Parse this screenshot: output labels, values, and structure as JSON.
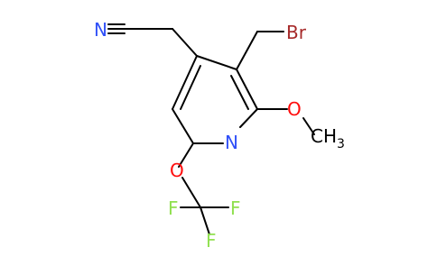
{
  "molecule": {
    "atom_labels": {
      "nitrile_n": "N",
      "bromine": "Br",
      "ring_n": "N",
      "methoxy_o": "O",
      "methyl_ch": "CH",
      "methyl_sub": "3",
      "ether_o": "O",
      "fluorine_top_right": "F",
      "fluorine_left": "F",
      "fluorine_bottom": "F"
    },
    "colors": {
      "bond": "#000000",
      "nitrogen": "#3050F8",
      "oxygen": "#FF0D0D",
      "bromine": "#A62929",
      "fluorine": "#90E050",
      "carbon_label": "#000000"
    }
  }
}
